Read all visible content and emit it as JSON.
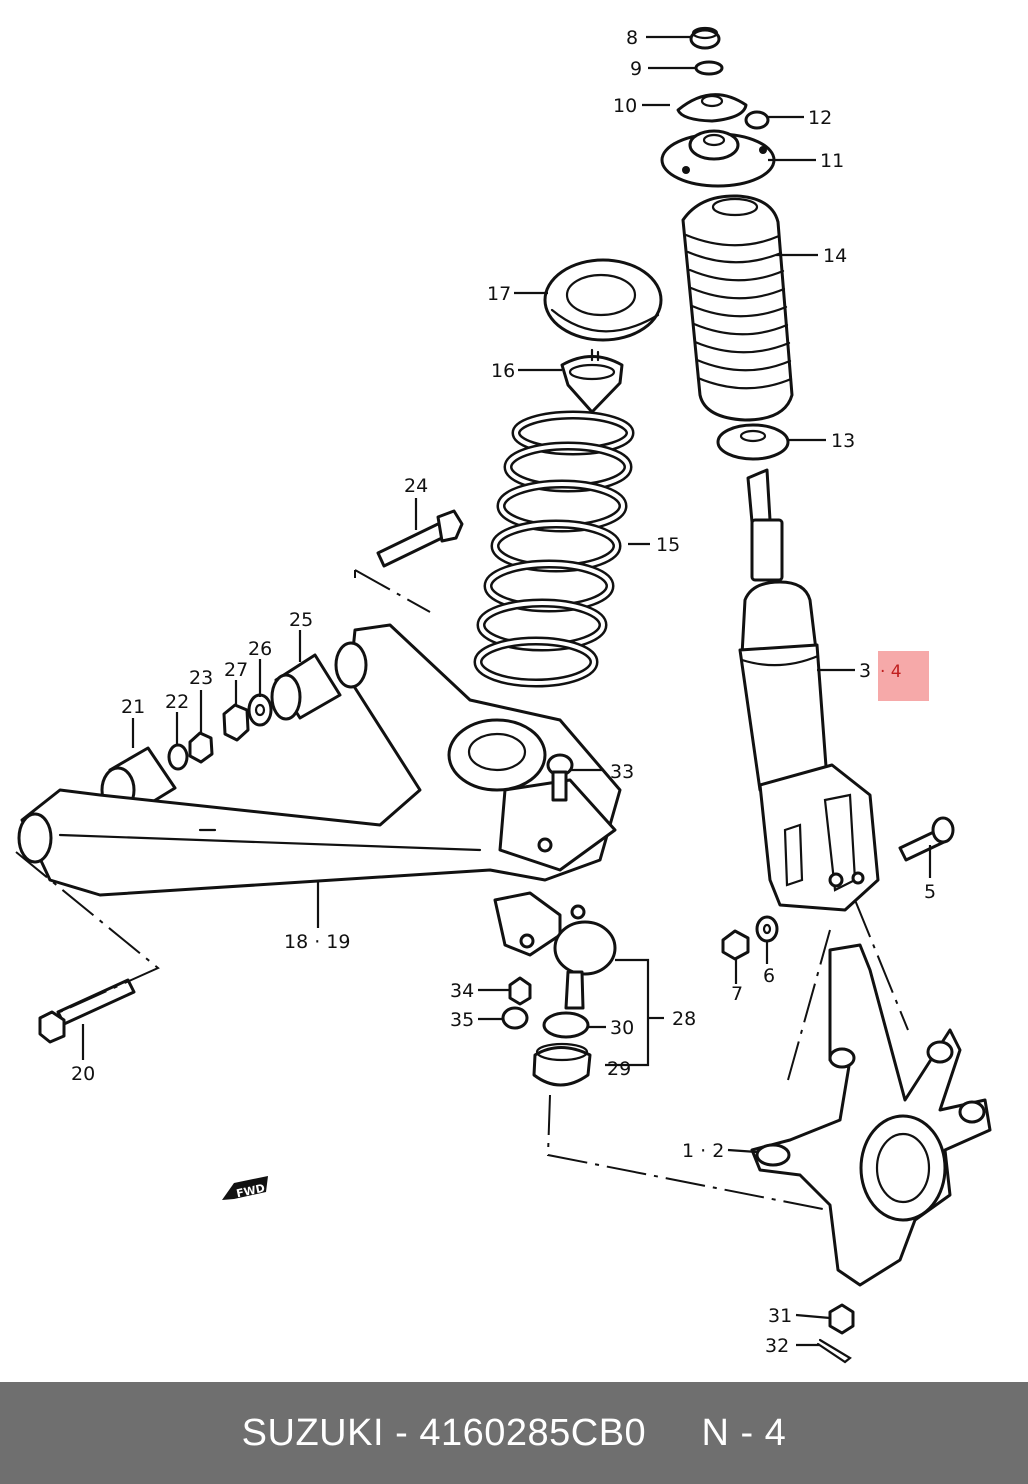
{
  "callouts": [
    {
      "id": "8",
      "text": "8"
    },
    {
      "id": "9",
      "text": "9"
    },
    {
      "id": "10",
      "text": "10"
    },
    {
      "id": "12",
      "text": "12"
    },
    {
      "id": "11",
      "text": "11"
    },
    {
      "id": "14",
      "text": "14"
    },
    {
      "id": "17",
      "text": "17"
    },
    {
      "id": "16",
      "text": "16"
    },
    {
      "id": "13",
      "text": "13"
    },
    {
      "id": "24",
      "text": "24"
    },
    {
      "id": "15",
      "text": "15"
    },
    {
      "id": "25",
      "text": "25"
    },
    {
      "id": "26",
      "text": "26"
    },
    {
      "id": "27",
      "text": "27"
    },
    {
      "id": "23",
      "text": "23"
    },
    {
      "id": "21",
      "text": "21"
    },
    {
      "id": "22",
      "text": "22"
    },
    {
      "id": "3",
      "text": "3"
    },
    {
      "id": "33",
      "text": "33"
    },
    {
      "id": "5",
      "text": "5"
    },
    {
      "id": "18-19",
      "text": "18 · 19"
    },
    {
      "id": "7",
      "text": "7"
    },
    {
      "id": "6",
      "text": "6"
    },
    {
      "id": "34",
      "text": "34"
    },
    {
      "id": "35",
      "text": "35"
    },
    {
      "id": "30",
      "text": "30"
    },
    {
      "id": "28",
      "text": "28"
    },
    {
      "id": "20",
      "text": "20"
    },
    {
      "id": "29",
      "text": "29"
    },
    {
      "id": "1-2",
      "text": "1 · 2"
    },
    {
      "id": "31",
      "text": "31"
    },
    {
      "id": "32",
      "text": "32"
    }
  ],
  "highlight": {
    "text": "· 4",
    "color": "#f6a9a9",
    "text_color": "#c0201f"
  },
  "fwd_mark": "FWD",
  "footer": {
    "brand": "SUZUKI",
    "part_number": "4160285CB0",
    "page": "N - 4",
    "separator": "-",
    "background": "#6f6f6f"
  }
}
